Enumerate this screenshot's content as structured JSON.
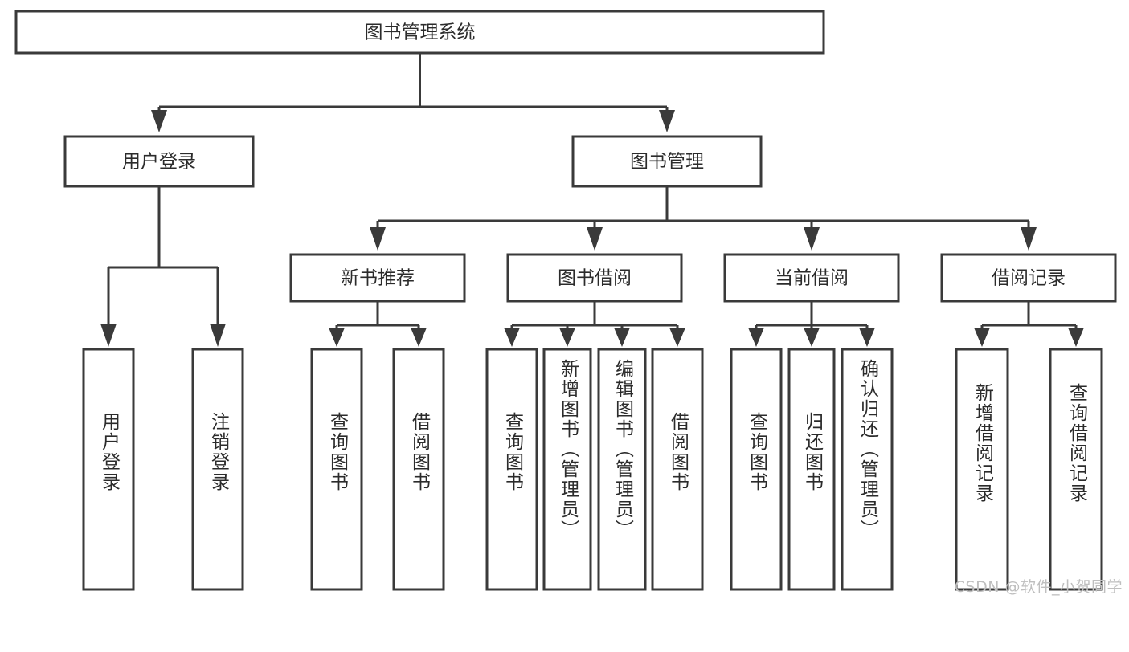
{
  "diagram": {
    "title": "图书管理系统",
    "type": "hierarchy-tree",
    "watermark": "CSDN @软件_小贺同学",
    "colors": {
      "box_stroke": "#3a3a3a",
      "box_fill": "#ffffff",
      "text": "#2b2b2b",
      "connector": "#3a3a3a",
      "watermark": "#bfbfbf",
      "background": "#ffffff"
    },
    "levels": {
      "root": {
        "label": "图书管理系统"
      },
      "level2": [
        {
          "id": "user-login",
          "label": "用户登录"
        },
        {
          "id": "book-management",
          "label": "图书管理"
        }
      ],
      "level3": [
        {
          "id": "new-book-recommend",
          "label": "新书推荐",
          "parent": "book-management"
        },
        {
          "id": "book-borrow",
          "label": "图书借阅",
          "parent": "book-management"
        },
        {
          "id": "current-borrow",
          "label": "当前借阅",
          "parent": "book-management"
        },
        {
          "id": "borrow-record",
          "label": "借阅记录",
          "parent": "book-management"
        }
      ],
      "leaves": [
        {
          "id": "leaf-user-login",
          "label": "用户登录",
          "parent": "user-login"
        },
        {
          "id": "leaf-logout-login",
          "label": "注销登录",
          "parent": "user-login"
        },
        {
          "id": "leaf-query-book-1",
          "label": "查询图书",
          "parent": "new-book-recommend"
        },
        {
          "id": "leaf-borrow-book-1",
          "label": "借阅图书",
          "parent": "new-book-recommend"
        },
        {
          "id": "leaf-query-book-2",
          "label": "查询图书",
          "parent": "book-borrow"
        },
        {
          "id": "leaf-add-book",
          "label": "新增图书（管理员）",
          "parent": "book-borrow"
        },
        {
          "id": "leaf-edit-book",
          "label": "编辑图书（管理员）",
          "parent": "book-borrow"
        },
        {
          "id": "leaf-borrow-book-2",
          "label": "借阅图书",
          "parent": "book-borrow"
        },
        {
          "id": "leaf-query-book-3",
          "label": "查询图书",
          "parent": "current-borrow"
        },
        {
          "id": "leaf-return-book",
          "label": "归还图书",
          "parent": "current-borrow"
        },
        {
          "id": "leaf-confirm-return",
          "label": "确认归还（管理员）",
          "parent": "current-borrow"
        },
        {
          "id": "leaf-add-record",
          "label": "新增借阅记录",
          "parent": "borrow-record"
        },
        {
          "id": "leaf-query-record",
          "label": "查询借阅记录",
          "parent": "borrow-record"
        }
      ]
    }
  }
}
